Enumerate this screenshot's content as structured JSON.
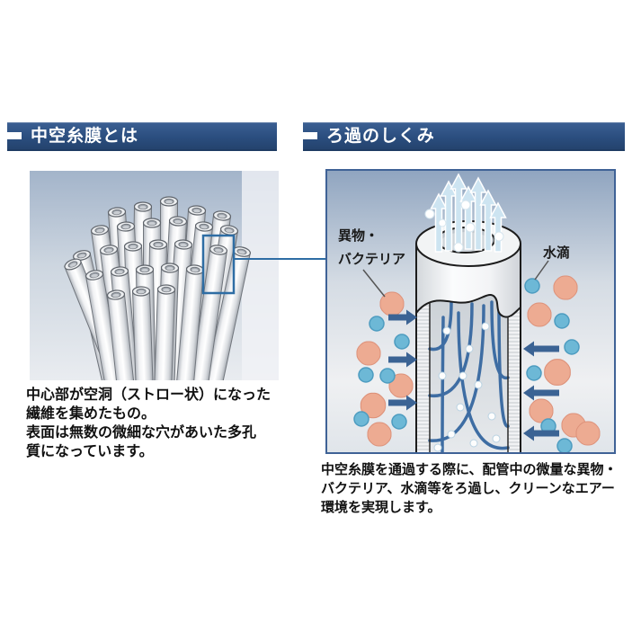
{
  "sections": {
    "left": {
      "header": "中空糸膜とは",
      "caption_lines": [
        "中心部が空洞（ストロー状）になった",
        "繊維を集めたもの。",
        "表面は無数の微細な穴があいた多孔",
        "質になっています。"
      ]
    },
    "right": {
      "header": "ろ過のしくみ",
      "diagram_labels": {
        "foreign_matter_line1": "異物・",
        "foreign_matter_line2": "バクテリア",
        "water_droplet": "水滴"
      },
      "caption_lines": [
        "中空糸膜を通過する際に、配管中の微量な異物・",
        "バクテリア、水滴等をろ過し、クリーンなエアー",
        "環境を実現します。"
      ]
    }
  },
  "colors": {
    "header_bg": "#2b4e7f",
    "highlight_box_blue": "#2e6da4",
    "panel_border_blue": "#3f6296",
    "particle_orange": "#edab92",
    "particle_blue": "#6db8d6",
    "inflow_arrow_blue": "#3b6394",
    "up_arrow_light_blue": "#cde4f1",
    "streamline_blue": "#3e6da3"
  }
}
